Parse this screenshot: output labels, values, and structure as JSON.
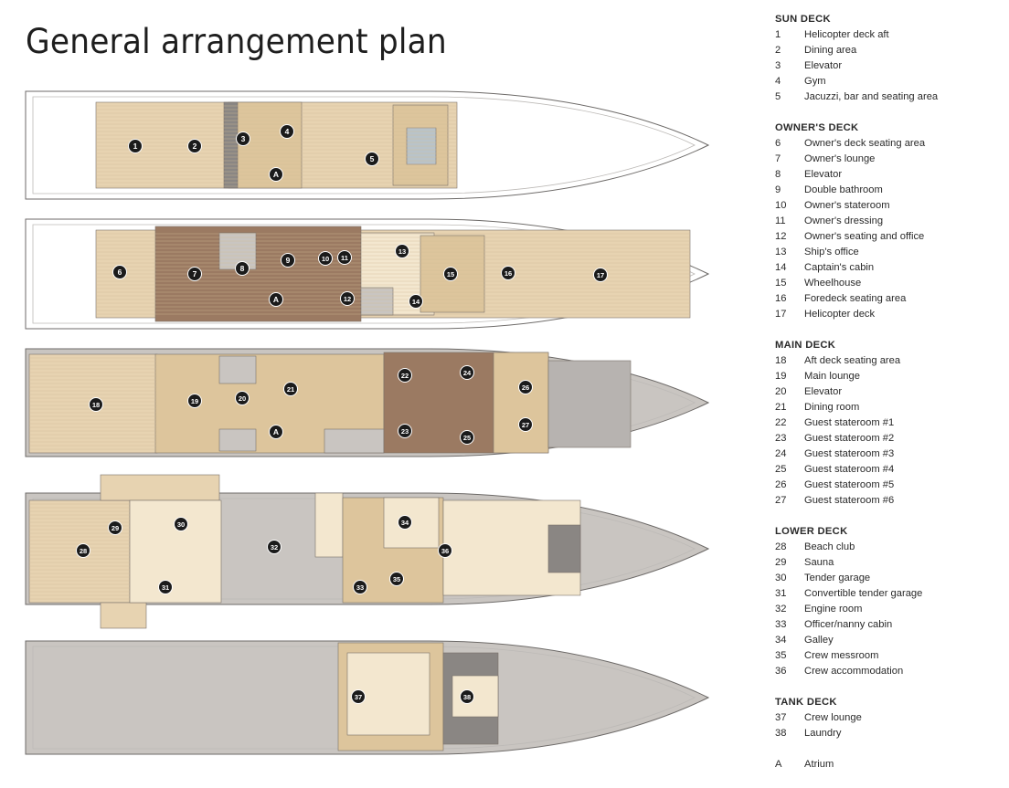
{
  "title": "General arrangement plan",
  "colors": {
    "teak": "#e7d3b1",
    "beige": "#ddc59c",
    "brown": "#9b7a62",
    "lightcream": "#f3e7cf",
    "gray": "#c9c5c1",
    "darkgray": "#8a8683",
    "hull": "#ffffff",
    "line": "#6d6a68",
    "marker": "#1b1b1b"
  },
  "decks": [
    {
      "name": "Sun deck",
      "markers": [
        "1",
        "2",
        "3",
        "4",
        "5",
        "A"
      ]
    },
    {
      "name": "Owner's deck",
      "markers": [
        "6",
        "7",
        "8",
        "9",
        "10",
        "11",
        "12",
        "13",
        "14",
        "15",
        "16",
        "17",
        "A"
      ]
    },
    {
      "name": "Main deck",
      "markers": [
        "18",
        "19",
        "20",
        "21",
        "22",
        "23",
        "24",
        "25",
        "26",
        "27",
        "A"
      ]
    },
    {
      "name": "Lower deck",
      "markers": [
        "28",
        "29",
        "30",
        "31",
        "32",
        "33",
        "34",
        "35",
        "36"
      ]
    },
    {
      "name": "Tank deck",
      "markers": [
        "37",
        "38"
      ]
    }
  ],
  "legend": [
    {
      "title": "SUN DECK",
      "items": [
        {
          "num": "1",
          "label": "Helicopter deck aft"
        },
        {
          "num": "2",
          "label": "Dining area"
        },
        {
          "num": "3",
          "label": "Elevator"
        },
        {
          "num": "4",
          "label": "Gym"
        },
        {
          "num": "5",
          "label": "Jacuzzi, bar and seating area"
        }
      ]
    },
    {
      "title": "OWNER'S DECK",
      "items": [
        {
          "num": "6",
          "label": "Owner's deck seating area"
        },
        {
          "num": "7",
          "label": "Owner's lounge"
        },
        {
          "num": "8",
          "label": "Elevator"
        },
        {
          "num": "9",
          "label": "Double bathroom"
        },
        {
          "num": "10",
          "label": "Owner's stateroom"
        },
        {
          "num": "11",
          "label": "Owner's dressing"
        },
        {
          "num": "12",
          "label": "Owner's seating and office"
        },
        {
          "num": "13",
          "label": "Ship's office"
        },
        {
          "num": "14",
          "label": "Captain's cabin"
        },
        {
          "num": "15",
          "label": "Wheelhouse"
        },
        {
          "num": "16",
          "label": "Foredeck seating area"
        },
        {
          "num": "17",
          "label": "Helicopter deck"
        }
      ]
    },
    {
      "title": "MAIN DECK",
      "items": [
        {
          "num": "18",
          "label": "Aft deck seating area"
        },
        {
          "num": "19",
          "label": "Main lounge"
        },
        {
          "num": "20",
          "label": "Elevator"
        },
        {
          "num": "21",
          "label": "Dining room"
        },
        {
          "num": "22",
          "label": "Guest stateroom #1"
        },
        {
          "num": "23",
          "label": "Guest stateroom #2"
        },
        {
          "num": "24",
          "label": "Guest stateroom #3"
        },
        {
          "num": "25",
          "label": "Guest stateroom #4"
        },
        {
          "num": "26",
          "label": "Guest stateroom #5"
        },
        {
          "num": "27",
          "label": "Guest stateroom #6"
        }
      ]
    },
    {
      "title": "LOWER DECK",
      "items": [
        {
          "num": "28",
          "label": "Beach club"
        },
        {
          "num": "29",
          "label": "Sauna"
        },
        {
          "num": "30",
          "label": "Tender garage"
        },
        {
          "num": "31",
          "label": "Convertible tender garage"
        },
        {
          "num": "32",
          "label": "Engine room"
        },
        {
          "num": "33",
          "label": "Officer/nanny cabin"
        },
        {
          "num": "34",
          "label": "Galley"
        },
        {
          "num": "35",
          "label": "Crew messroom"
        },
        {
          "num": "36",
          "label": "Crew accommodation"
        }
      ]
    },
    {
      "title": "TANK DECK",
      "items": [
        {
          "num": "37",
          "label": "Crew lounge"
        },
        {
          "num": "38",
          "label": "Laundry"
        }
      ]
    },
    {
      "title": "",
      "items": [
        {
          "num": "A",
          "label": "Atrium"
        }
      ]
    }
  ]
}
